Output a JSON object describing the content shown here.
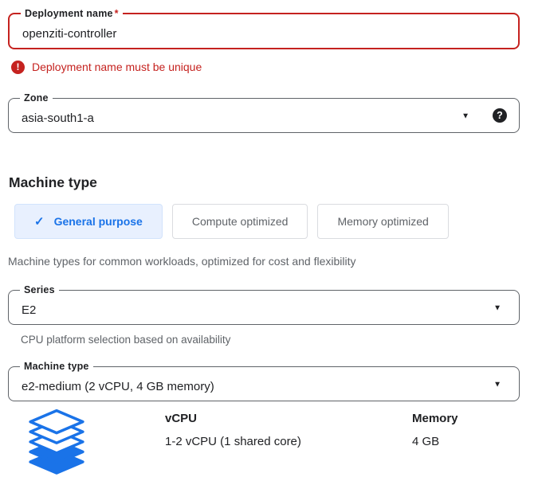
{
  "colors": {
    "error_red": "#c5221f",
    "accent_blue": "#1a73e8",
    "selected_tab_bg": "#e8f0fe",
    "text_primary": "#202124",
    "text_secondary": "#5f6368",
    "field_border": "#5f6368"
  },
  "deployment_field": {
    "label": "Deployment name",
    "required_marker": "*",
    "value": "openziti-controller",
    "error_message": "Deployment name must be unique"
  },
  "zone_field": {
    "label": "Zone",
    "value": "asia-south1-a"
  },
  "machine_type_section": {
    "heading": "Machine type",
    "tabs": [
      {
        "label": "General purpose",
        "selected": true
      },
      {
        "label": "Compute optimized",
        "selected": false
      },
      {
        "label": "Memory optimized",
        "selected": false
      }
    ],
    "description": "Machine types for common workloads, optimized for cost and flexibility",
    "series_field": {
      "label": "Series",
      "value": "E2",
      "helper": "CPU platform selection based on availability"
    },
    "machine_type_field": {
      "label": "Machine type",
      "value": "e2-medium (2 vCPU, 4 GB memory)"
    },
    "specs": {
      "vcpu_label": "vCPU",
      "vcpu_value": "1-2 vCPU (1 shared core)",
      "memory_label": "Memory",
      "memory_value": "4 GB"
    }
  },
  "icons": {
    "error_glyph": "!",
    "help_glyph": "?",
    "dropdown_glyph": "▼",
    "check_glyph": "✓",
    "layers_icon_name": "machine-series-layers-icon"
  }
}
